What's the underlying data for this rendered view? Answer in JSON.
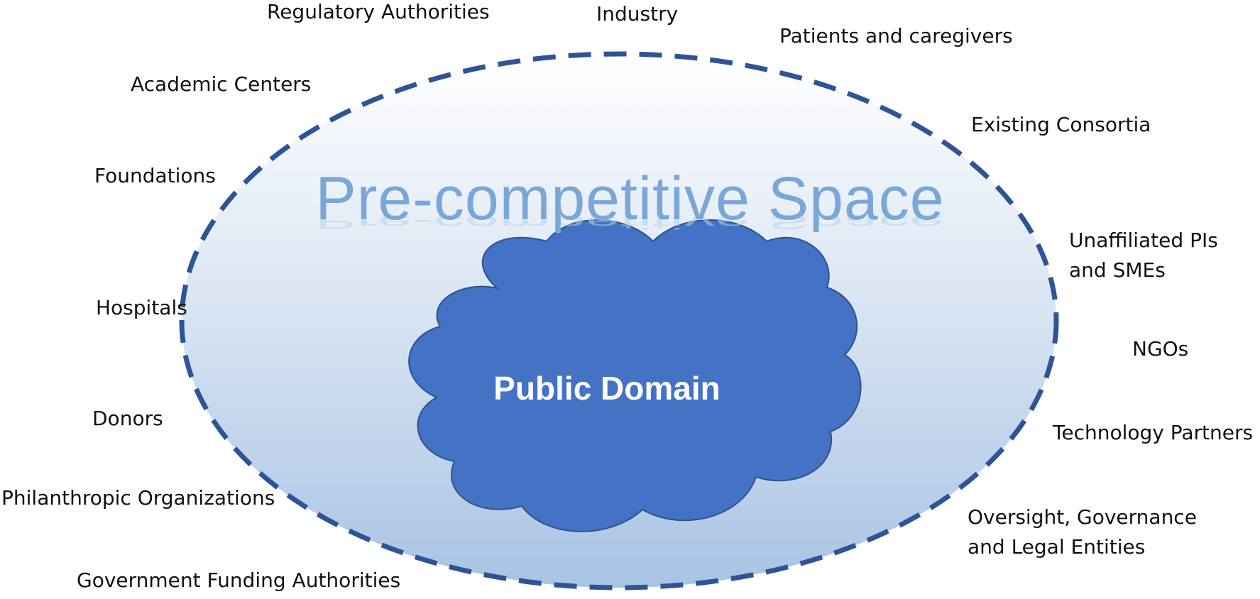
{
  "diagram": {
    "outer_region": {
      "label": "Pre-competitive Space",
      "border": "dashed",
      "border_color": "#2f5496",
      "fill_top": "#ffffff",
      "fill_bottom": "#a9c3e4"
    },
    "inner_region": {
      "label": "Public Domain",
      "shape": "cloud",
      "fill": "#4472c4",
      "stroke": "#2f528f"
    },
    "stakeholders": [
      {
        "id": "regulatory-authorities",
        "label": "Regulatory Authorities"
      },
      {
        "id": "industry",
        "label": "Industry"
      },
      {
        "id": "patients-and-caregivers",
        "label": "Patients and caregivers"
      },
      {
        "id": "academic-centers",
        "label": "Academic Centers"
      },
      {
        "id": "existing-consortia",
        "label": "Existing Consortia"
      },
      {
        "id": "foundations",
        "label": "Foundations"
      },
      {
        "id": "unaffiliated-pis-and-smes",
        "lines": [
          "Unaffiliated PIs",
          "and SMEs"
        ]
      },
      {
        "id": "hospitals",
        "label": "Hospitals"
      },
      {
        "id": "ngos",
        "label": "NGOs"
      },
      {
        "id": "donors",
        "label": "Donors"
      },
      {
        "id": "technology-partners",
        "label": "Technology Partners"
      },
      {
        "id": "philanthropic-organizations",
        "label": "Philanthropic Organizations"
      },
      {
        "id": "oversight-governance-legal",
        "lines": [
          "Oversight, Governance",
          "and Legal Entities"
        ]
      },
      {
        "id": "government-funding-authorities",
        "label": "Government Funding Authorities"
      }
    ]
  }
}
